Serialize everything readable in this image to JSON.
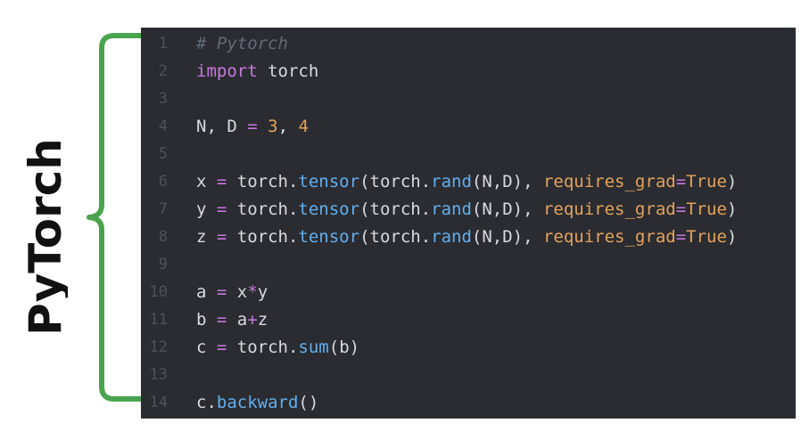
{
  "side_label": {
    "text": "PyTorch"
  },
  "colors": {
    "editor_background": "#2b2c31",
    "bracket": "#4aa34e",
    "keyword": "#c678dd",
    "number": "#e3a35c",
    "function": "#61afef",
    "comment": "#636a76",
    "text": "#d7dae0",
    "line_number": "#4d5159"
  },
  "editor": {
    "lines": [
      {
        "number": "1",
        "tokens": [
          {
            "t": "# Pytorch",
            "c": "comment"
          }
        ]
      },
      {
        "number": "2",
        "tokens": [
          {
            "t": "import",
            "c": "kw"
          },
          {
            "t": " torch",
            "c": "plain"
          }
        ]
      },
      {
        "number": "3",
        "tokens": []
      },
      {
        "number": "4",
        "tokens": [
          {
            "t": "N, D ",
            "c": "plain"
          },
          {
            "t": "=",
            "c": "op"
          },
          {
            "t": " ",
            "c": "plain"
          },
          {
            "t": "3",
            "c": "num"
          },
          {
            "t": ", ",
            "c": "plain"
          },
          {
            "t": "4",
            "c": "num"
          }
        ]
      },
      {
        "number": "5",
        "tokens": []
      },
      {
        "number": "6",
        "tokens": [
          {
            "t": "x ",
            "c": "plain"
          },
          {
            "t": "=",
            "c": "op"
          },
          {
            "t": " torch.",
            "c": "plain"
          },
          {
            "t": "tensor",
            "c": "fn"
          },
          {
            "t": "(torch.",
            "c": "plain"
          },
          {
            "t": "rand",
            "c": "fn"
          },
          {
            "t": "(N,D), ",
            "c": "plain"
          },
          {
            "t": "requires_grad",
            "c": "arg"
          },
          {
            "t": "=",
            "c": "op"
          },
          {
            "t": "True",
            "c": "num"
          },
          {
            "t": ")",
            "c": "plain"
          }
        ]
      },
      {
        "number": "7",
        "tokens": [
          {
            "t": "y ",
            "c": "plain"
          },
          {
            "t": "=",
            "c": "op"
          },
          {
            "t": " torch.",
            "c": "plain"
          },
          {
            "t": "tensor",
            "c": "fn"
          },
          {
            "t": "(torch.",
            "c": "plain"
          },
          {
            "t": "rand",
            "c": "fn"
          },
          {
            "t": "(N,D), ",
            "c": "plain"
          },
          {
            "t": "requires_grad",
            "c": "arg"
          },
          {
            "t": "=",
            "c": "op"
          },
          {
            "t": "True",
            "c": "num"
          },
          {
            "t": ")",
            "c": "plain"
          }
        ]
      },
      {
        "number": "8",
        "tokens": [
          {
            "t": "z ",
            "c": "plain"
          },
          {
            "t": "=",
            "c": "op"
          },
          {
            "t": " torch.",
            "c": "plain"
          },
          {
            "t": "tensor",
            "c": "fn"
          },
          {
            "t": "(torch.",
            "c": "plain"
          },
          {
            "t": "rand",
            "c": "fn"
          },
          {
            "t": "(N,D), ",
            "c": "plain"
          },
          {
            "t": "requires_grad",
            "c": "arg"
          },
          {
            "t": "=",
            "c": "op"
          },
          {
            "t": "True",
            "c": "num"
          },
          {
            "t": ")",
            "c": "plain"
          }
        ]
      },
      {
        "number": "9",
        "tokens": []
      },
      {
        "number": "10",
        "tokens": [
          {
            "t": "a ",
            "c": "plain"
          },
          {
            "t": "=",
            "c": "op"
          },
          {
            "t": " x",
            "c": "plain"
          },
          {
            "t": "*",
            "c": "op"
          },
          {
            "t": "y",
            "c": "plain"
          }
        ]
      },
      {
        "number": "11",
        "tokens": [
          {
            "t": "b ",
            "c": "plain"
          },
          {
            "t": "=",
            "c": "op"
          },
          {
            "t": " a",
            "c": "plain"
          },
          {
            "t": "+",
            "c": "op"
          },
          {
            "t": "z",
            "c": "plain"
          }
        ]
      },
      {
        "number": "12",
        "tokens": [
          {
            "t": "c ",
            "c": "plain"
          },
          {
            "t": "=",
            "c": "op"
          },
          {
            "t": " torch.",
            "c": "plain"
          },
          {
            "t": "sum",
            "c": "fn"
          },
          {
            "t": "(b)",
            "c": "plain"
          }
        ]
      },
      {
        "number": "13",
        "tokens": []
      },
      {
        "number": "14",
        "tokens": [
          {
            "t": "c.",
            "c": "plain"
          },
          {
            "t": "backward",
            "c": "fn"
          },
          {
            "t": "()",
            "c": "plain"
          }
        ]
      }
    ]
  }
}
